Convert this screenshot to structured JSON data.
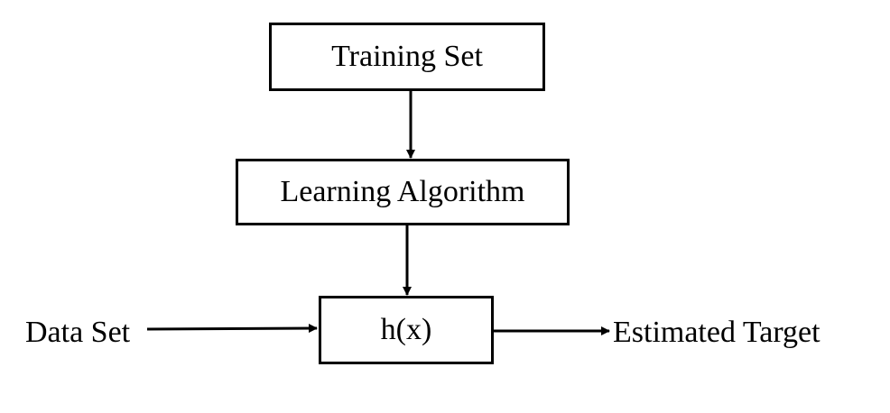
{
  "boxes": {
    "training_set": "Training Set",
    "learning_algorithm": "Learning Algorithm",
    "hypothesis": "h(x)"
  },
  "labels": {
    "input": "Data Set",
    "output": "Estimated Target"
  }
}
